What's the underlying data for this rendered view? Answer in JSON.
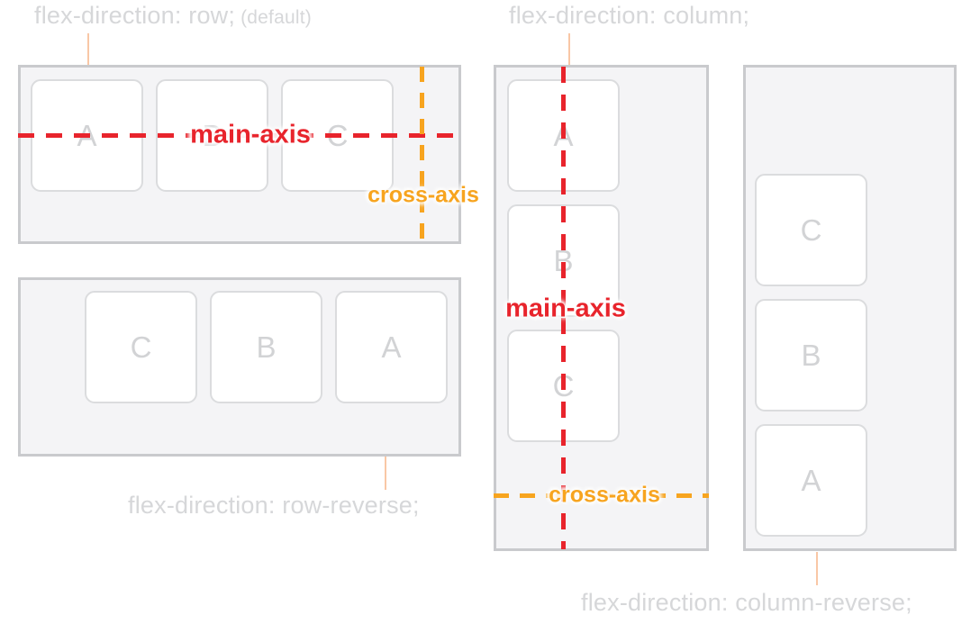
{
  "sections": {
    "row": {
      "label": "flex-direction: row;",
      "note": "(default)",
      "items": [
        "A",
        "B",
        "C"
      ]
    },
    "row_reverse": {
      "label": "flex-direction: row-reverse;",
      "items": [
        "A",
        "B",
        "C"
      ]
    },
    "column": {
      "label": "flex-direction: column;",
      "items": [
        "A",
        "B",
        "C"
      ]
    },
    "column_reverse": {
      "label": "flex-direction: column-reverse;",
      "items": [
        "A",
        "B",
        "C"
      ]
    }
  },
  "axes": {
    "main_label": "main-axis",
    "cross_label": "cross-axis"
  },
  "colors": {
    "main_axis_red": "#e8242c",
    "cross_axis_orange": "#f7a41f",
    "label_gray": "#d6d7d9",
    "connector_peach": "#f9c7a6",
    "container_fill": "#f4f4f6",
    "container_border": "#c9cacd"
  }
}
